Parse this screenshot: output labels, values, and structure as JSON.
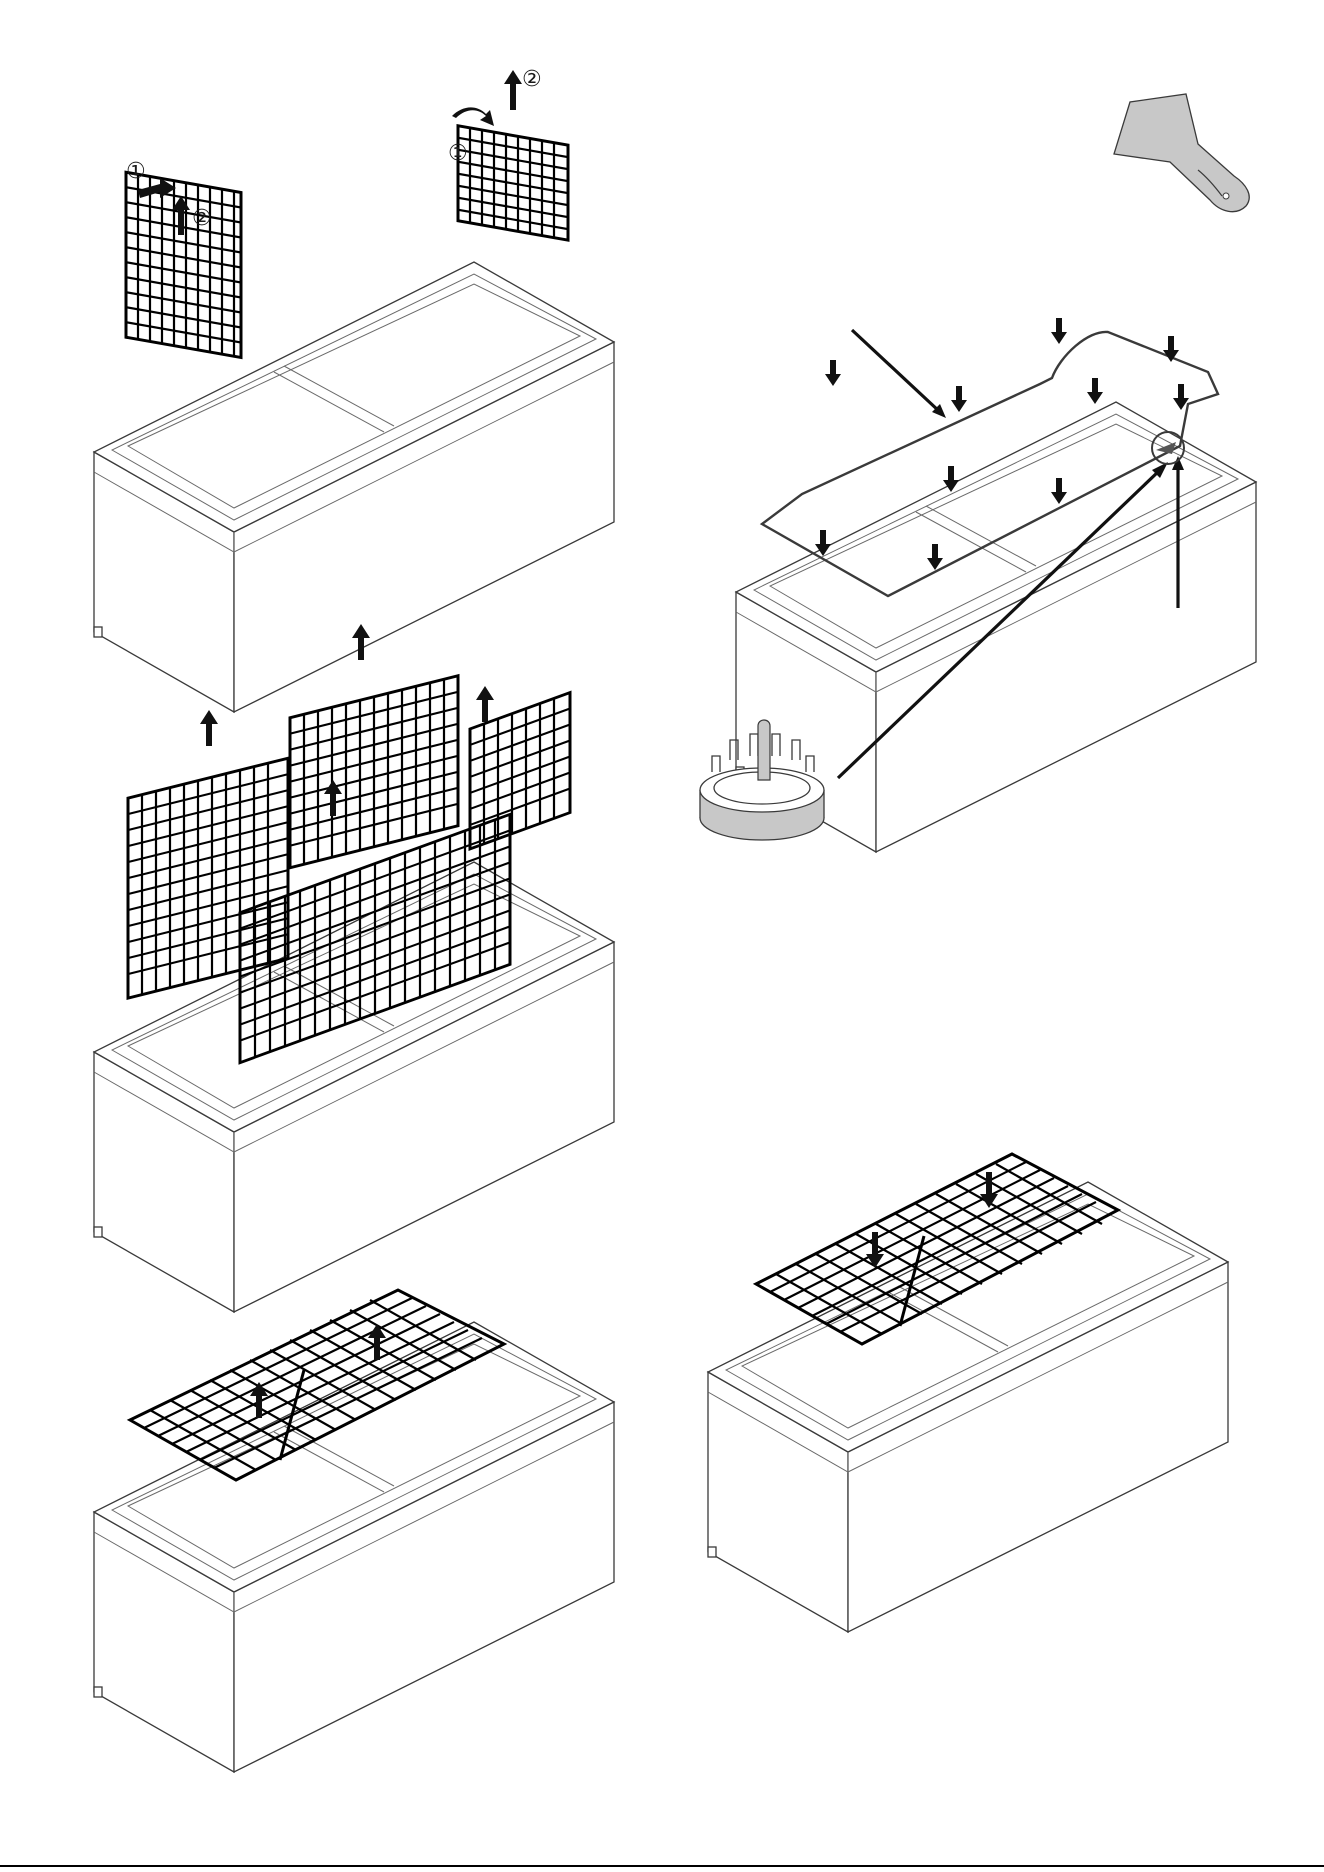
{
  "colors": {
    "line": "#3a3a3a",
    "grid": "#000000",
    "arrow": "#111111",
    "tool": "#c8c8c8"
  },
  "icons": [
    "scraper-icon",
    "foot-icon",
    "arrow-icon"
  ],
  "panel1": {
    "callouts": [
      "①",
      "②",
      "①",
      "②"
    ]
  },
  "footer": {
    "text": ""
  }
}
